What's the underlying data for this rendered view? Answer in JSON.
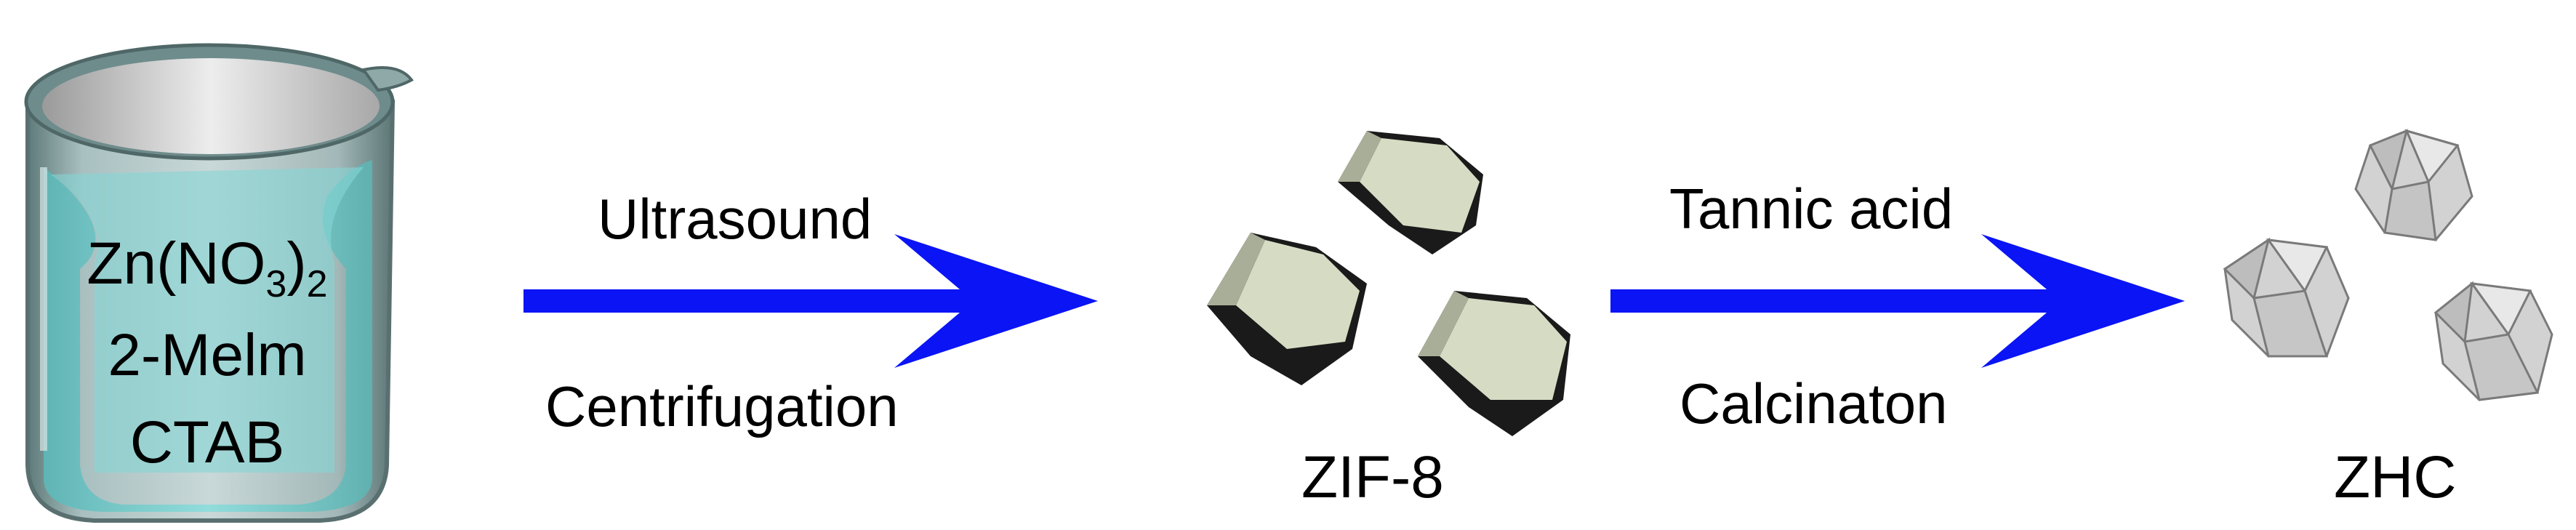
{
  "beaker": {
    "line1": {
      "main": "Zn(NO",
      "sub1": "3",
      "close": ")",
      "sub2": "2"
    },
    "line2": "2-Melm",
    "line3": "CTAB",
    "colors": {
      "glass": "#7f9a9a",
      "solution": "#7fcfcf"
    }
  },
  "step1": {
    "above": "Ultrasound",
    "below": "Centrifugation",
    "arrow_color": "#0a14f5"
  },
  "product1": {
    "label": "ZIF-8",
    "crystal_color": "#d6dcc4"
  },
  "step2": {
    "above": "Tannic acid",
    "below": "Calcinaton",
    "arrow_color": "#0a14f5"
  },
  "product2": {
    "label": "ZHC",
    "crystal_color": "#d2d2d2"
  }
}
